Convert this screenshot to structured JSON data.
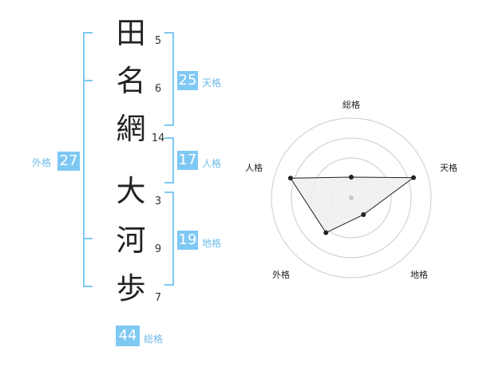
{
  "name": {
    "chars": [
      {
        "char": "田",
        "strokes": "5"
      },
      {
        "char": "名",
        "strokes": "6"
      },
      {
        "char": "網",
        "strokes": "14"
      },
      {
        "char": "大",
        "strokes": "3"
      },
      {
        "char": "河",
        "strokes": "9"
      },
      {
        "char": "歩",
        "strokes": "7"
      }
    ]
  },
  "fortune": {
    "tenkaku": {
      "value": "25",
      "label": "天格"
    },
    "jinkaku": {
      "value": "17",
      "label": "人格"
    },
    "chikaku": {
      "value": "19",
      "label": "地格"
    },
    "gaikaku": {
      "value": "27",
      "label": "外格"
    },
    "soukaku": {
      "value": "44",
      "label": "総格"
    }
  },
  "radar": {
    "axes": [
      "総格",
      "天格",
      "地格",
      "外格",
      "人格"
    ],
    "values": [
      0.26,
      0.82,
      0.26,
      0.54,
      0.8
    ],
    "rings": 4,
    "colors": {
      "fill": "#efefef",
      "line": "#222222",
      "ring": "#cccccc",
      "center": "#c8c8c8"
    }
  },
  "colors": {
    "accent": "#7ec8f4",
    "label": "#6fbbe8"
  }
}
